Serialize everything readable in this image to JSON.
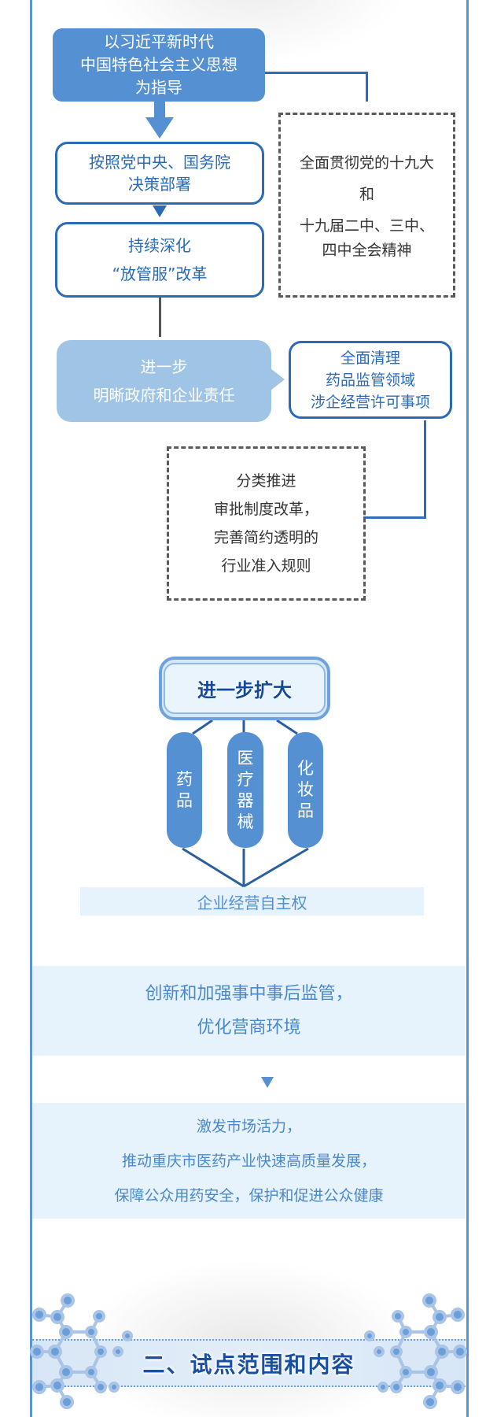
{
  "flow": {
    "guide": [
      "以习近平新时代",
      "中国特色社会主义思想",
      "为指导"
    ],
    "step1": [
      "按照党中央、国务院",
      "决策部署"
    ],
    "step2": [
      "持续深化",
      "“放管服”改革"
    ],
    "side_note": [
      "全面贯彻党的十九大",
      "和",
      "十九届二中、三中、",
      "四中全会精神"
    ],
    "step3": [
      "进一步",
      "明晰政府和企业责任"
    ],
    "clear_items": [
      "全面清理",
      "药品监管领域",
      "涉企经营许可事项"
    ],
    "reform": [
      "分类推进",
      "审批制度改革，",
      "完善简约透明的",
      "行业准入规则"
    ]
  },
  "expand": {
    "title": "进一步扩大",
    "pillars": [
      {
        "chars": [
          "药",
          "品"
        ]
      },
      {
        "chars": [
          "医",
          "疗",
          "器",
          "械"
        ]
      },
      {
        "chars": [
          "化",
          "妆",
          "品"
        ]
      }
    ],
    "result": "企业经营自主权"
  },
  "supervision": [
    "创新和加强事中事后监管，",
    "优化营商环境"
  ],
  "goals": [
    "激发市场活力，",
    "推动重庆市医药产业快速高质量发展，",
    "保障公众用药安全，保护和促进公众健康"
  ],
  "section_heading": "二、试点范围和内容",
  "colors": {
    "primary": "#5591d2",
    "dark_blue": "#2a6ab6",
    "light_band": "#e6f2fc",
    "bubble": "#a0c4e6"
  }
}
